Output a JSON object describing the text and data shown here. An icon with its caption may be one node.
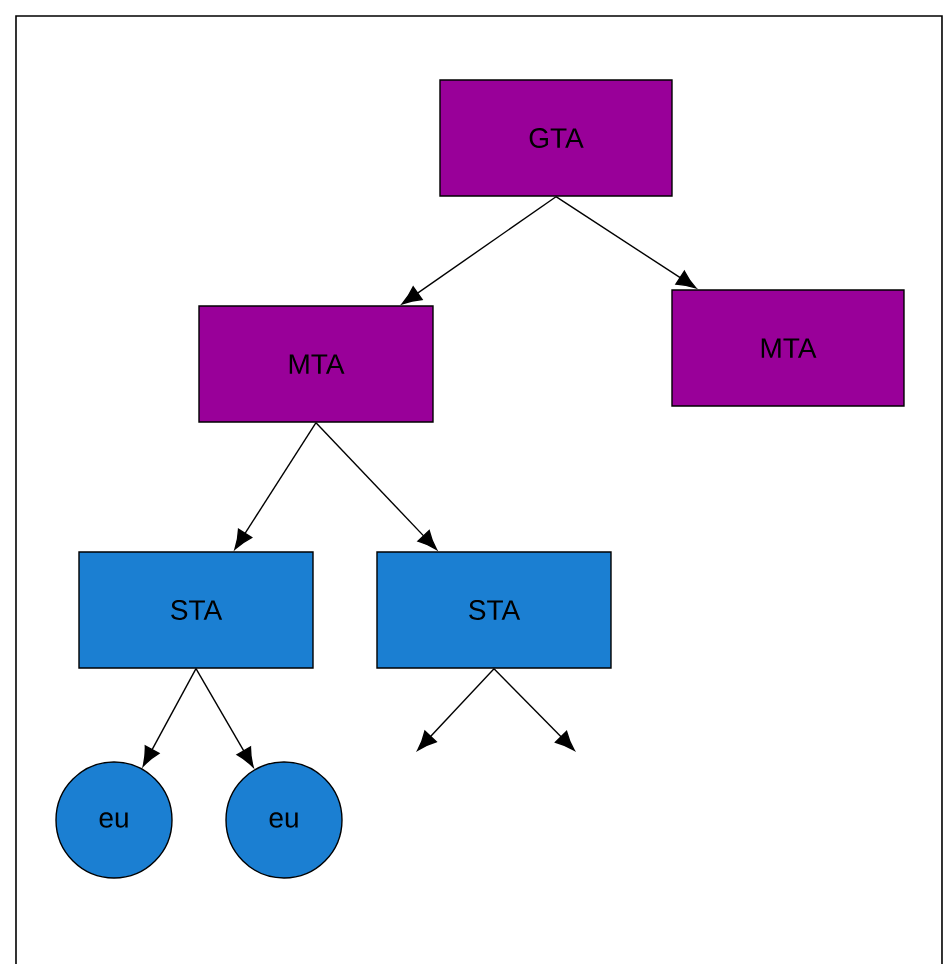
{
  "diagram": {
    "nodes": [
      {
        "text": [
          "GTA"
        ]
      },
      {
        "text": [
          "MTA"
        ]
      },
      {
        "text": [
          "MTA"
        ]
      },
      {
        "text": [
          "STA"
        ]
      },
      {
        "text": [
          "STA"
        ]
      },
      {
        "text": [
          "eu"
        ]
      },
      {
        "text": [
          "eu"
        ]
      }
    ],
    "edges": [
      {
        "from": 0,
        "to": 1,
        "arrow": "to"
      },
      {
        "from": 0,
        "to": 2,
        "arrow": "to"
      },
      {
        "from": 1,
        "to": 3,
        "arrow": "to"
      },
      {
        "from": 1,
        "to": 4,
        "arrow": "to"
      },
      {
        "from": 3,
        "to": 5,
        "arrow": "to"
      },
      {
        "from": 3,
        "to": 6,
        "arrow": "to"
      },
      {
        "from": 4,
        "to": null,
        "arrow": "to"
      },
      {
        "from": 4,
        "to": null,
        "arrow": "to"
      }
    ]
  }
}
